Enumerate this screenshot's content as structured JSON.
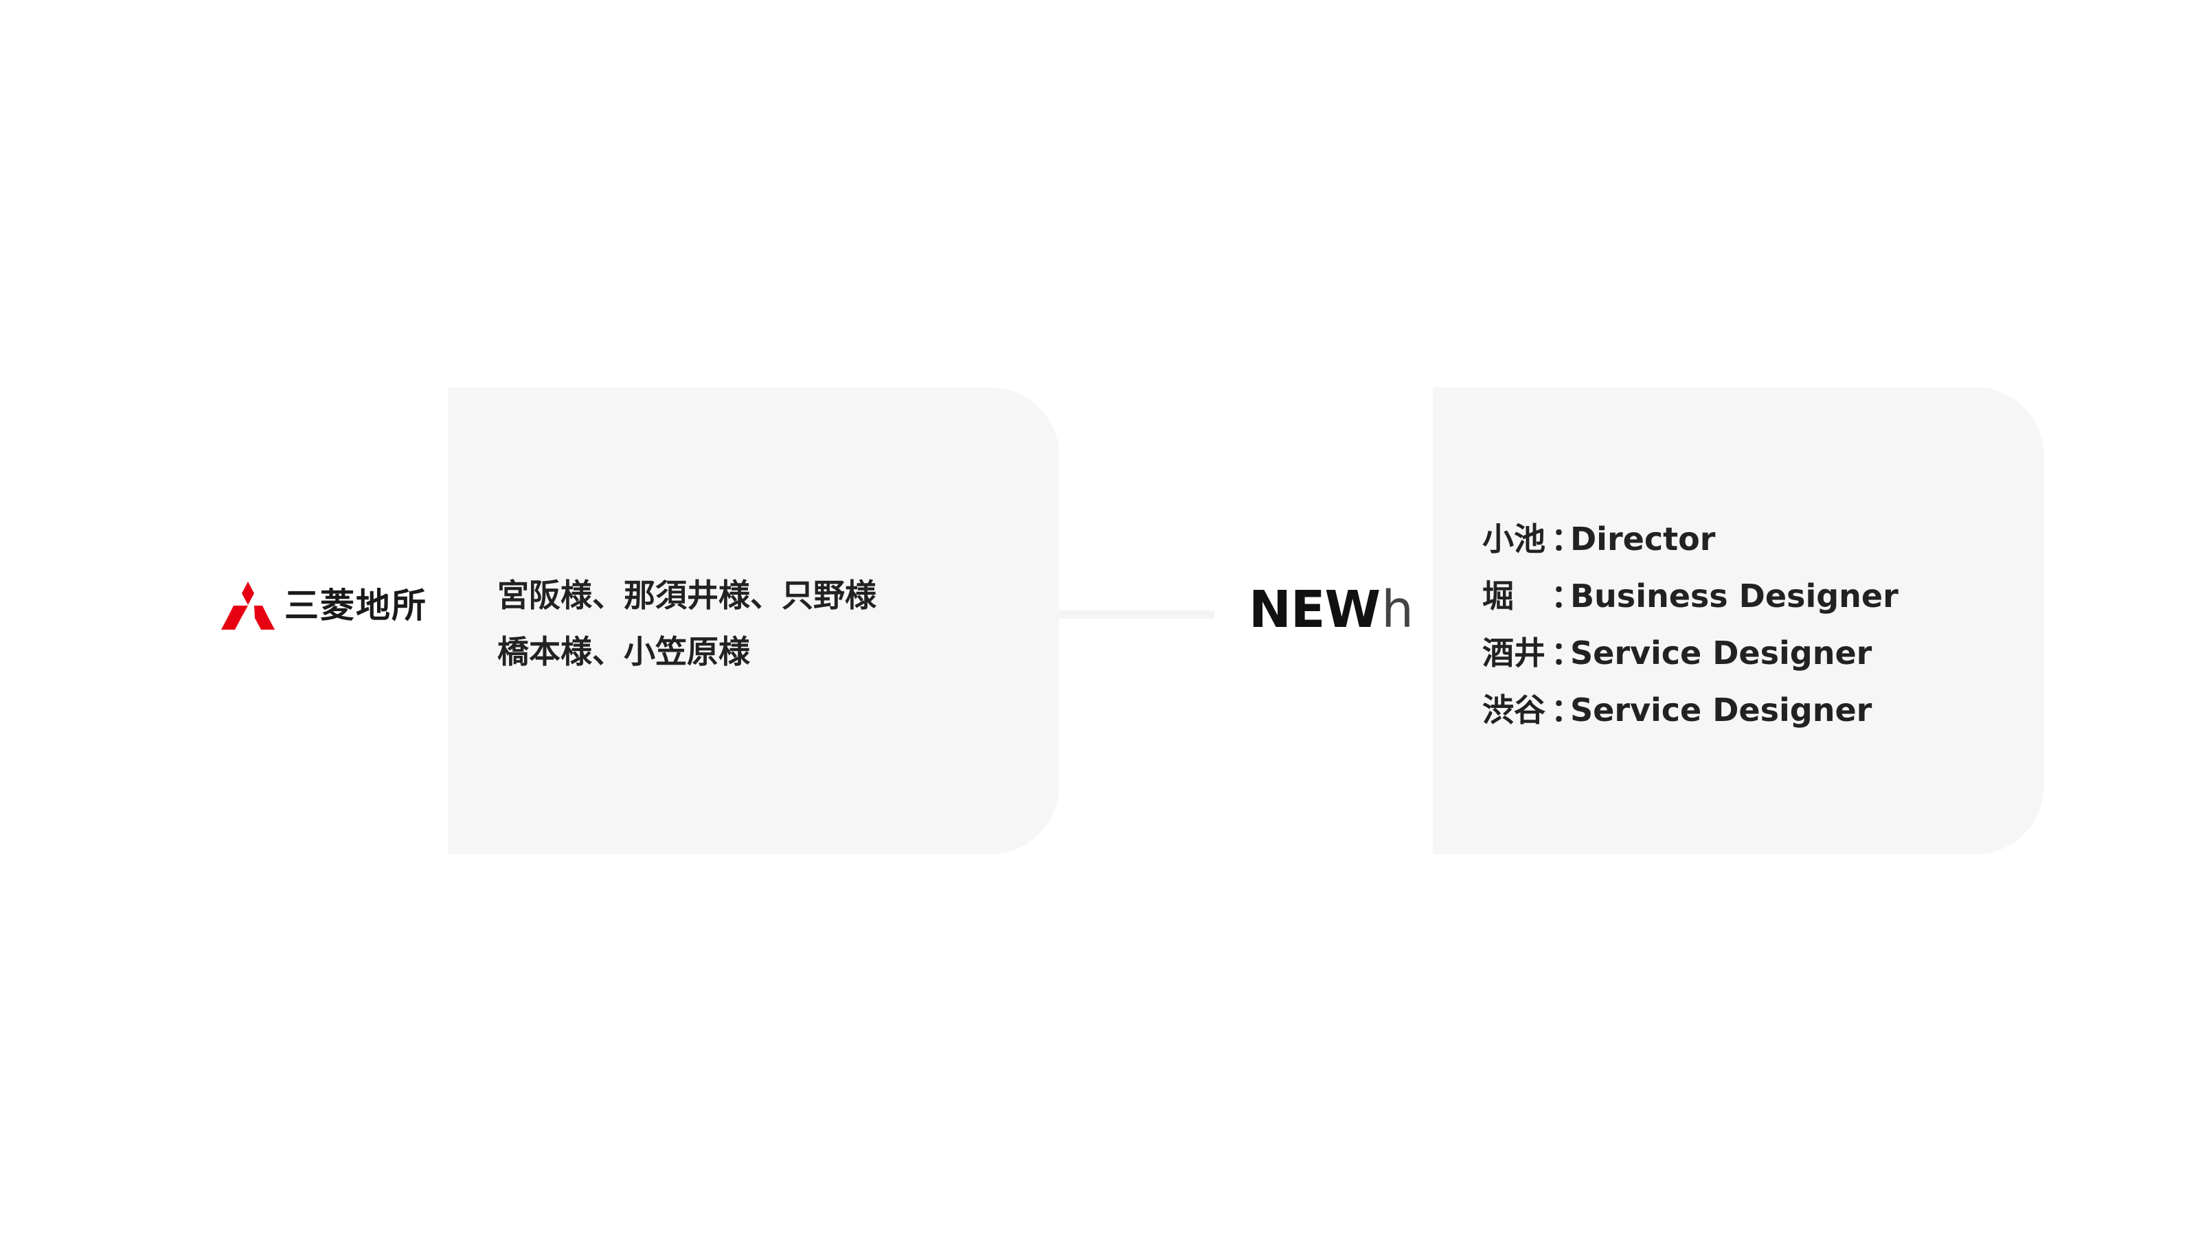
{
  "left_logo": {
    "brand_name": "三菱地所",
    "mark_color": "#e60012",
    "mark_icon": "three-diamonds-icon"
  },
  "client": {
    "names": [
      "宮阪様、那須井様、只野様",
      "橋本様、小笠原様"
    ]
  },
  "right_logo": {
    "bold_part": "NEW",
    "light_part": "h"
  },
  "team": {
    "members": [
      {
        "name": "小池",
        "separator": "：",
        "role": "Director"
      },
      {
        "name": "堀",
        "separator": "：",
        "role": "Business Designer"
      },
      {
        "name": "酒井",
        "separator": "：",
        "role": "Service Designer"
      },
      {
        "name": "渋谷",
        "separator": "：",
        "role": "Service Designer"
      }
    ]
  },
  "colors": {
    "card_background": "#f6f6f6",
    "text": "#222222",
    "connector": "#f4f4f4"
  }
}
